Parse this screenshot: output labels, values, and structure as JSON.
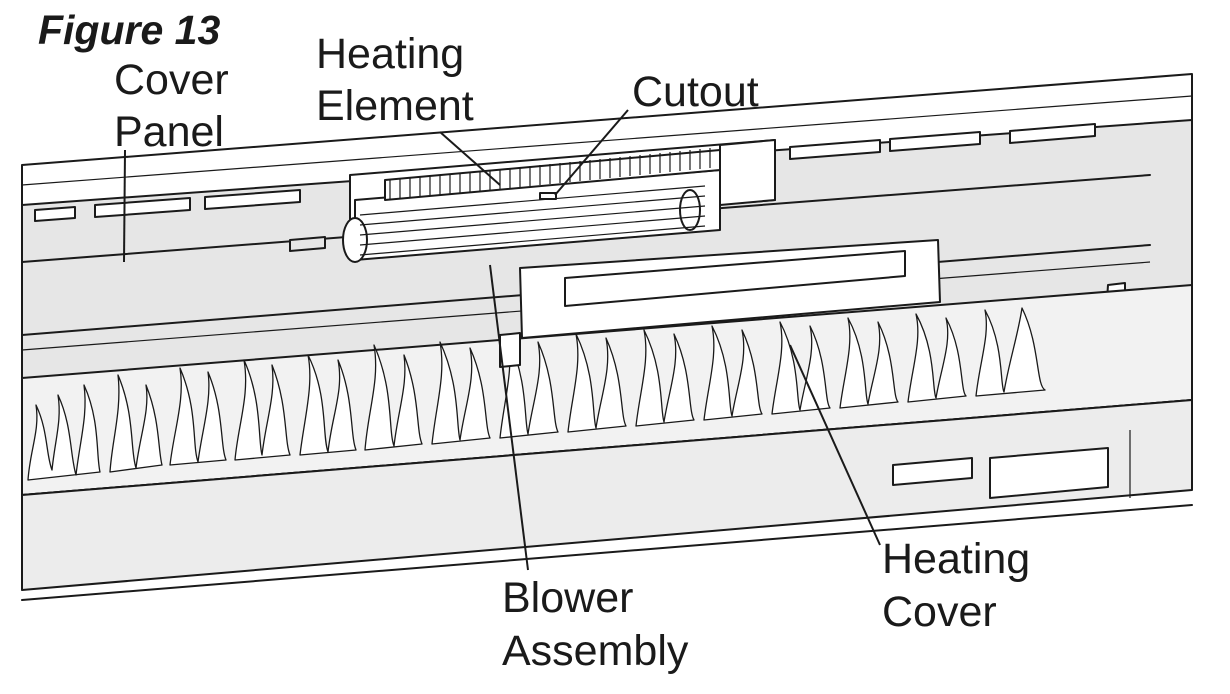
{
  "figure": {
    "title": "Figure 13"
  },
  "labels": {
    "cover_panel": [
      "Cover",
      "Panel"
    ],
    "heating_element": [
      "Heating",
      "Element"
    ],
    "cutout": [
      "Cutout"
    ],
    "blower_assembly": [
      "Blower",
      "Assembly"
    ],
    "heating_cover": [
      "Heating",
      "Cover"
    ]
  },
  "colors": {
    "line": "#1a1a1a",
    "panel_fill": "#e6e6e6",
    "background": "#ffffff"
  }
}
